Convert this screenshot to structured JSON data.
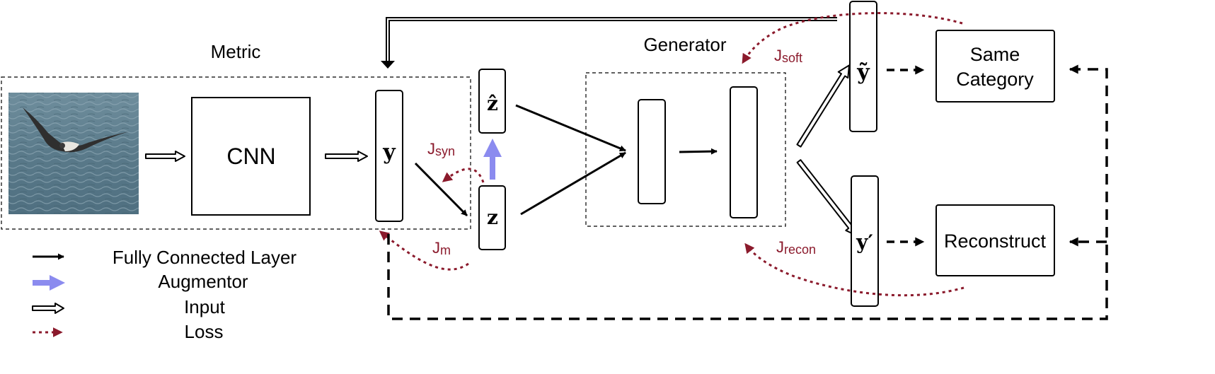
{
  "colors": {
    "stroke": "#000000",
    "loss": "#8b1a2c",
    "augmentor": "#8b8bef",
    "photo_water": "#5f7f8f"
  },
  "labels": {
    "metric": "Metric",
    "generator": "Generator",
    "cnn": "CNN",
    "same_category_line1": "Same",
    "same_category_line2": "Category",
    "reconstruct": "Reconstruct"
  },
  "vectors": {
    "y": "y",
    "z_hat": "ẑ",
    "z": "z",
    "y_tilde": "ỹ",
    "y_prime": "y′"
  },
  "losses": {
    "syn": {
      "main": "J",
      "sub": "syn"
    },
    "m": {
      "main": "J",
      "sub": "m"
    },
    "soft": {
      "main": "J",
      "sub": "soft"
    },
    "recon": {
      "main": "J",
      "sub": "recon"
    }
  },
  "legend": [
    {
      "icon": "fully-connected-arrow-icon",
      "label": "Fully Connected Layer"
    },
    {
      "icon": "augmentor-arrow-icon",
      "label": "Augmentor"
    },
    {
      "icon": "input-arrow-icon",
      "label": "Input"
    },
    {
      "icon": "loss-arrow-icon",
      "label": "Loss"
    }
  ],
  "image": {
    "content": "bird-over-water-photo"
  }
}
